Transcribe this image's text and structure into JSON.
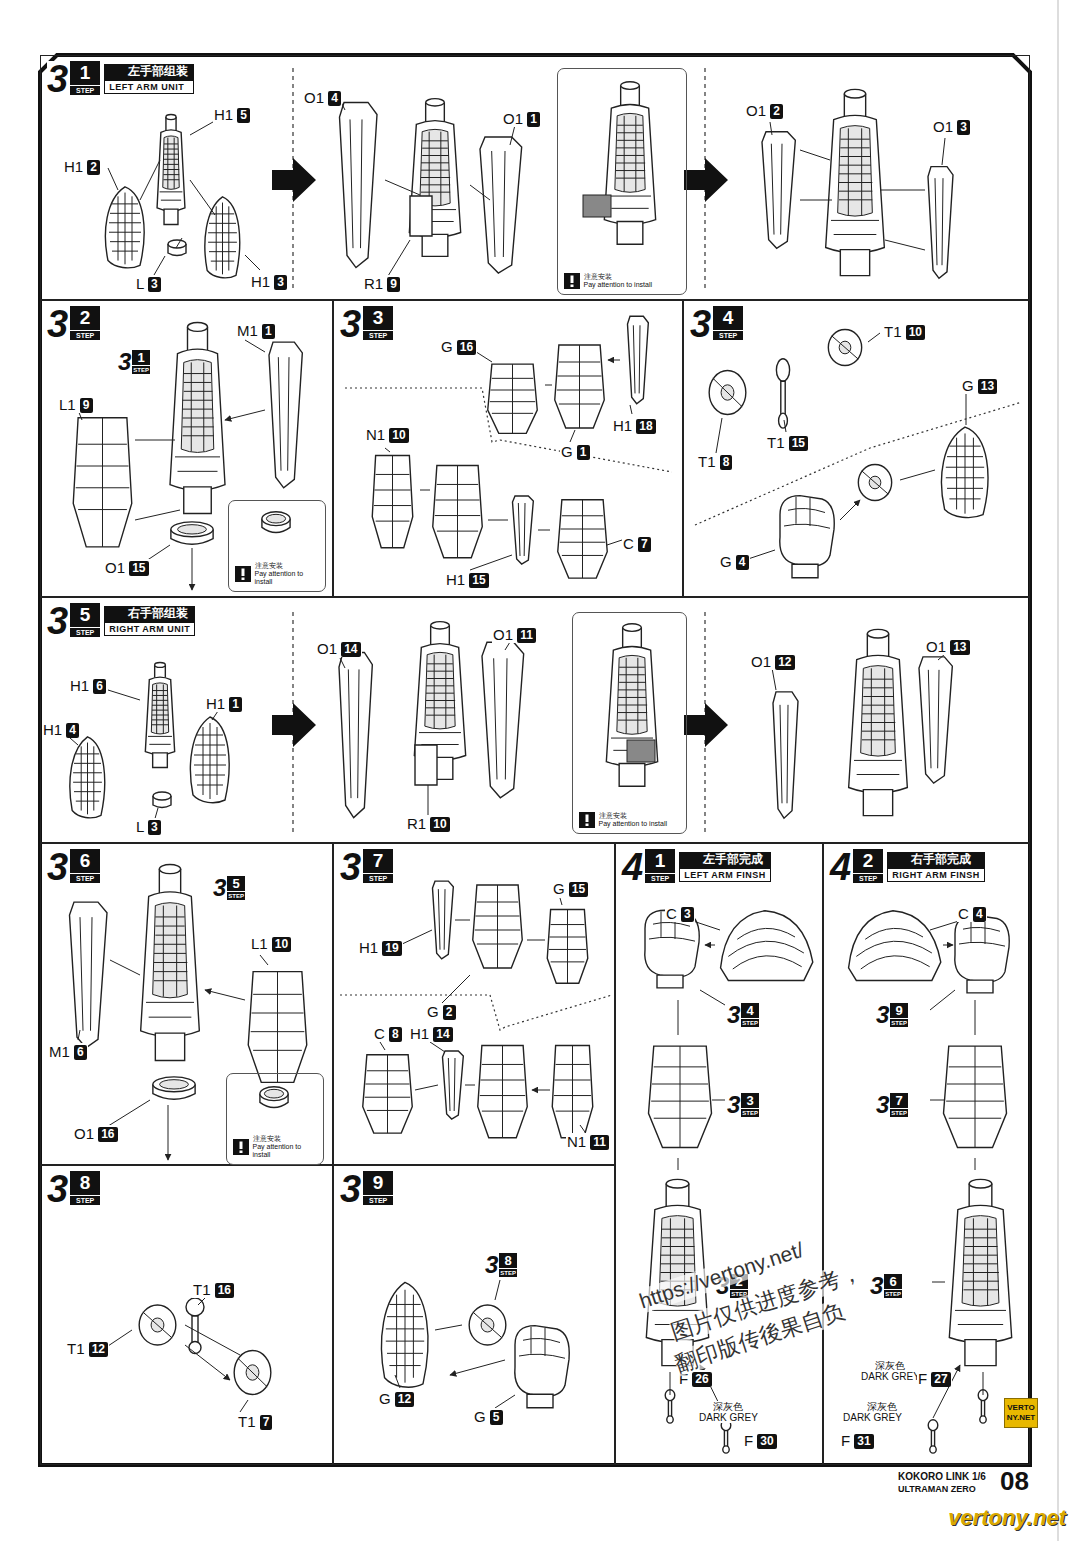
{
  "diagram": {
    "nodes": [
      {
        "text": [
          "3",
          "1",
          "STEP",
          "左手部组装",
          "LEFT ARM UNIT"
        ]
      },
      {
        "text": [
          "注意安装",
          "Pay attention to install"
        ],
        "in": 0
      },
      {
        "text": [
          "3",
          "2",
          "STEP"
        ]
      },
      {
        "text": [
          "注意安装",
          "Pay attention to install"
        ],
        "in": 2
      },
      {
        "text": [
          "3",
          "3",
          "STEP"
        ]
      },
      {
        "text": [
          "3",
          "4",
          "STEP"
        ]
      },
      {
        "text": [
          "3",
          "5",
          "STEP",
          "右手部组装",
          "RIGHT ARM UNIT"
        ]
      },
      {
        "text": [
          "注意安装",
          "Pay attention to install"
        ],
        "in": 6
      },
      {
        "text": [
          "3",
          "6",
          "STEP"
        ]
      },
      {
        "text": [
          "注意安装",
          "Pay attention to install"
        ],
        "in": 8
      },
      {
        "text": [
          "3",
          "7",
          "STEP"
        ]
      },
      {
        "text": [
          "4",
          "1",
          "STEP",
          "左手部完成",
          "LEFT ARM FINSH"
        ]
      },
      {
        "text": [
          "4",
          "2",
          "STEP",
          "右手部完成",
          "RIGHT ARM FINSH"
        ]
      },
      {
        "text": [
          "3",
          "8",
          "STEP"
        ]
      },
      {
        "text": [
          "3",
          "9",
          "STEP"
        ]
      }
    ],
    "labels": [
      "H1 5",
      "H1 2",
      "L 3",
      "H1 3",
      "O1 4",
      "O1 1",
      "R1 9",
      "O1 2",
      "O1 3",
      "3 1 STEP",
      "M1 1",
      "L1 9",
      "O1 15",
      "G 16",
      "H1 18",
      "G 1",
      "N1 10",
      "C 7",
      "H1 15",
      "T1 10",
      "T1 15",
      "T1 8",
      "G 13",
      "G 4",
      "H1 6",
      "H1 4",
      "H1 1",
      "L 3",
      "O1 14",
      "O1 11",
      "R1 10",
      "O1 12",
      "O1 13",
      "3 5 STEP",
      "L1 10",
      "M1 6",
      "O1 16",
      "H1 19",
      "G 15",
      "G 2",
      "C 8",
      "H1 14",
      "N1 11",
      "C 3",
      "3 4 STEP",
      "3 3 STEP",
      "3 2 STEP",
      "F 26",
      "深灰色",
      "DARK GREY",
      "F 30",
      "C 4",
      "3 9 STEP",
      "3 7 STEP",
      "3 6 STEP",
      "深灰色",
      "DARK GREY",
      "F 27",
      "深灰色",
      "DARK GREY",
      "F 31",
      "T1 16",
      "T1 12",
      "T1 7",
      "3 8 STEP",
      "G 12",
      "G 5",
      "KOKORO LINK 1/6",
      "ULTRAMAN ZERO",
      "08",
      "https://vertony.net/",
      "图片仅供进度参考，",
      "翻印版传後果自负",
      "VERTONY.NET",
      "vertony.net"
    ]
  }
}
